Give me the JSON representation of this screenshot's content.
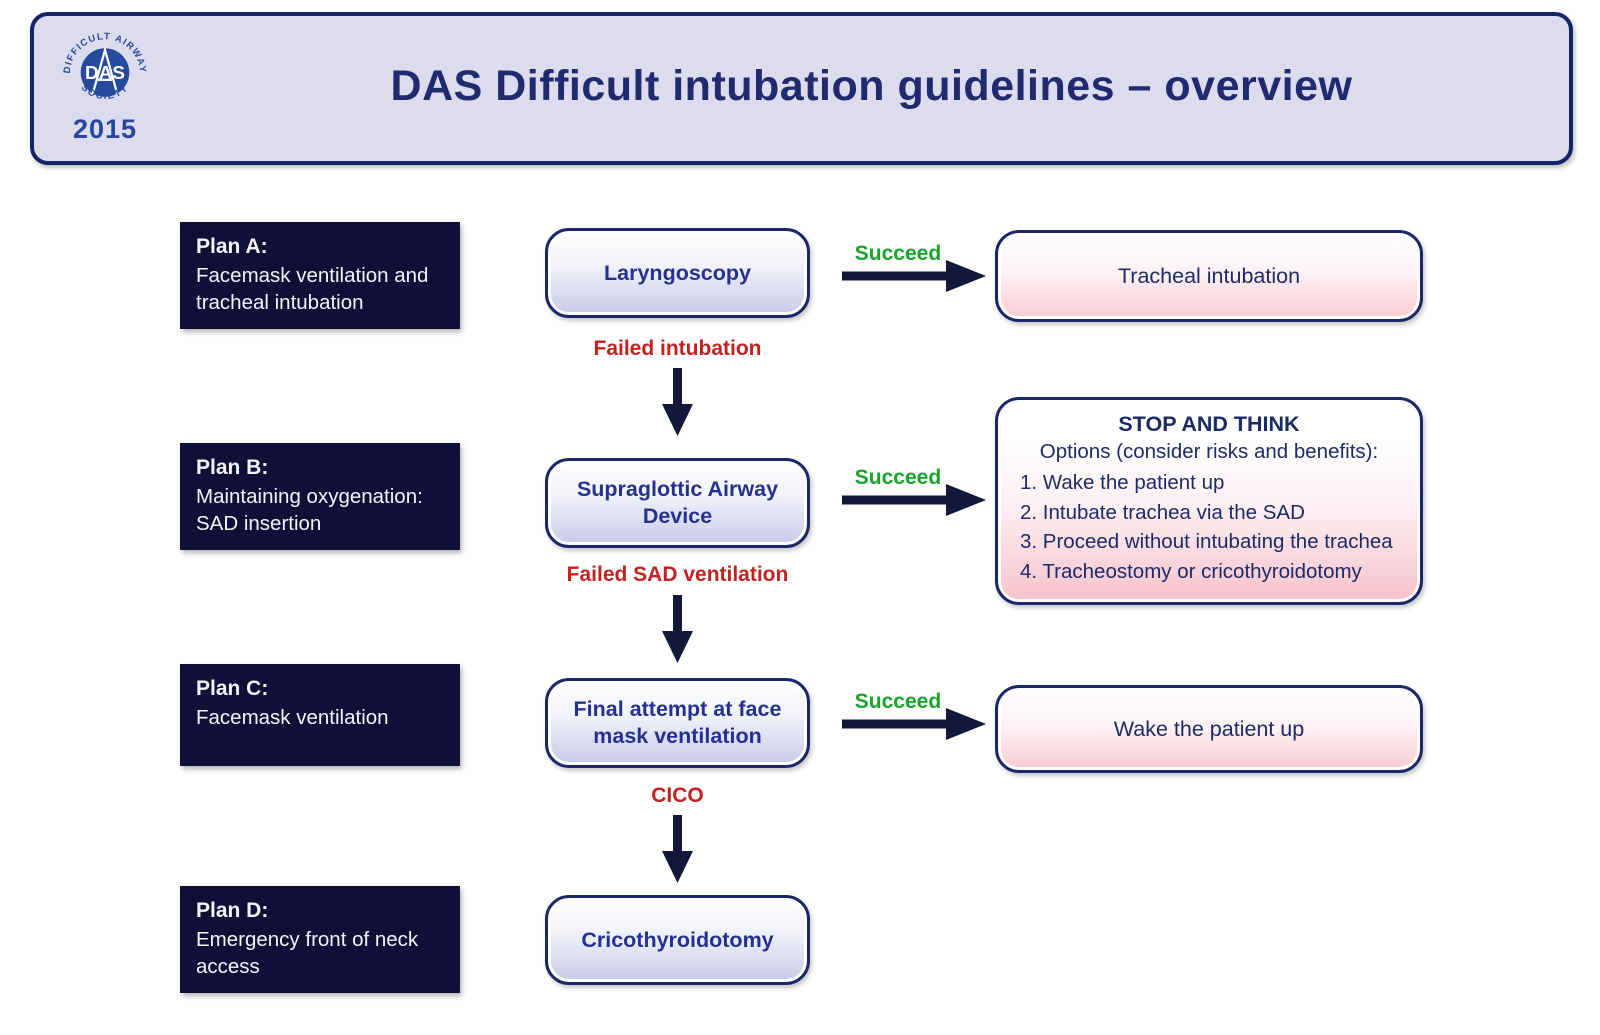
{
  "header": {
    "title": "DAS Difficult intubation guidelines – overview",
    "logo": {
      "arc_top": "DIFFICULT AIRWAY",
      "arc_bottom": "SOCIETY",
      "monogram": "DAS",
      "year": "2015"
    }
  },
  "plans": [
    {
      "label": "Plan A:",
      "description": "Facemask ventilation and tracheal intubation"
    },
    {
      "label": "Plan B:",
      "description": "Maintaining oxygenation: SAD insertion"
    },
    {
      "label": "Plan C:",
      "description": "Facemask ventilation"
    },
    {
      "label": "Plan D:",
      "description": "Emergency front of neck access"
    }
  ],
  "actions": [
    "Laryngoscopy",
    "Supraglottic Airway Device",
    "Final attempt at face mask ventilation",
    "Cricothyroidotomy"
  ],
  "succeed_label": "Succeed",
  "fail_labels": [
    "Failed intubation",
    "Failed SAD ventilation",
    "CICO"
  ],
  "outcomes": {
    "tracheal": "Tracheal intubation",
    "wake": "Wake the patient up"
  },
  "stop_and_think": {
    "title": "STOP AND THINK",
    "subtitle": "Options (consider risks and benefits):",
    "options": [
      "1. Wake the patient up",
      "2. Intubate trachea via the SAD",
      "3. Proceed without intubating the trachea",
      "4. Tracheostomy or cricothyroidotomy"
    ]
  },
  "colors": {
    "navy_border": "#1b2768",
    "title_navy": "#1f2b6e",
    "dark_plan_box": "#0f0f38",
    "header_bg": "#dcdcee",
    "action_text_blue": "#25318f",
    "mid_gradient_end": "#c7cae7",
    "pink_gradient_end": "#f9cbd3",
    "succeed_green": "#17a42a",
    "fail_red": "#c42121",
    "arrow": "#131739",
    "logo_blue": "#264a9c"
  }
}
